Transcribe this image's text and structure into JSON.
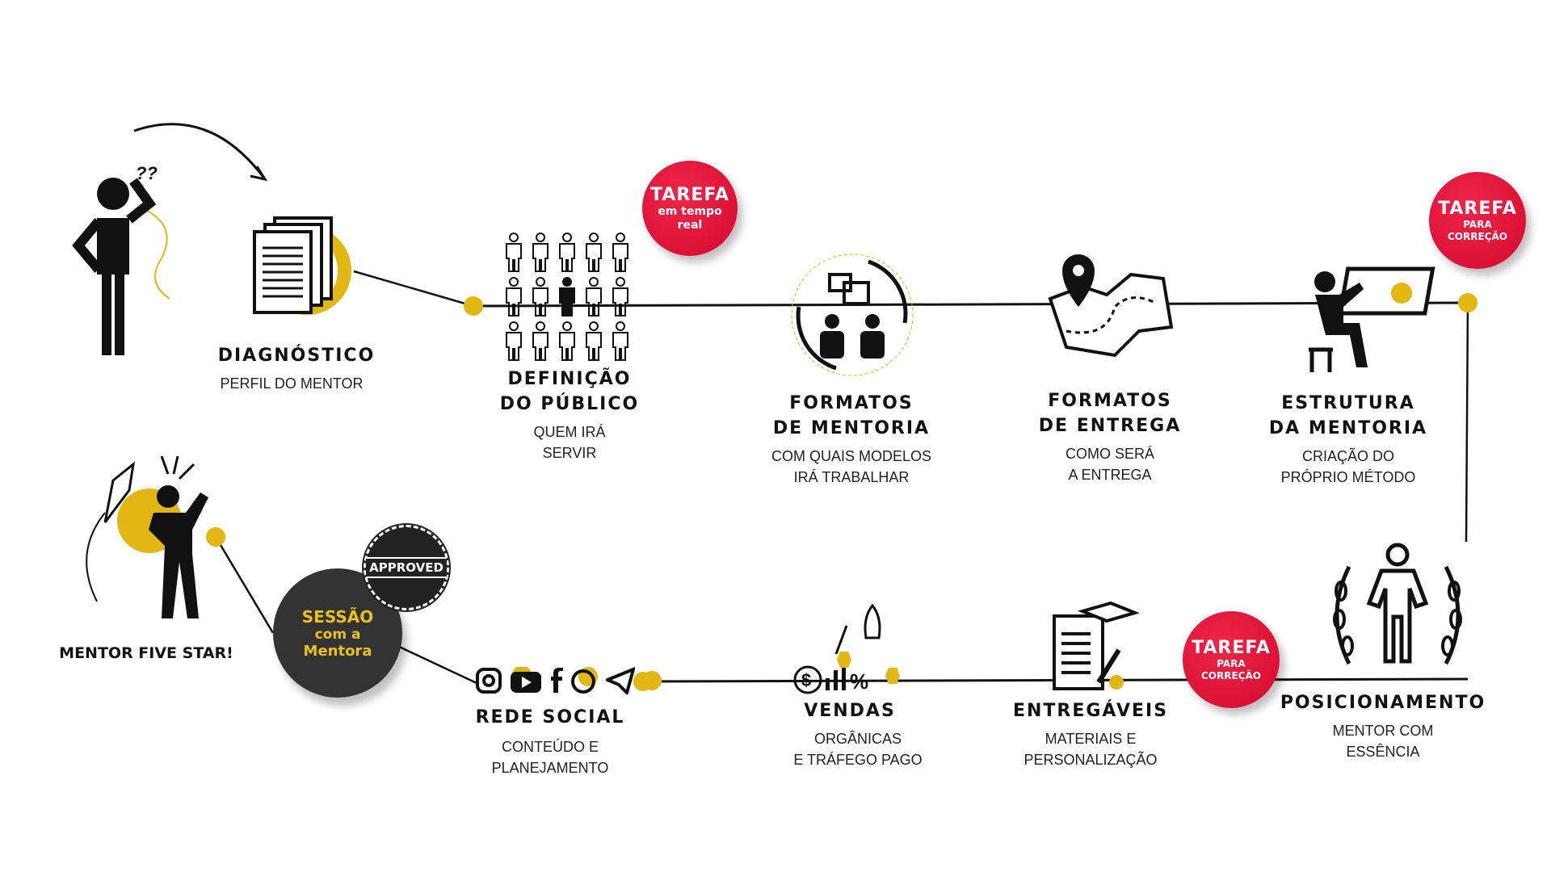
{
  "colors": {
    "accent": "#e2b714",
    "badge": "#d90b30",
    "line": "#111111",
    "session": "#333333"
  },
  "steps": [
    {
      "title": [
        "DIAGNÓSTICO"
      ],
      "subtitle": [
        "PERFIL DO MENTOR"
      ]
    },
    {
      "title": [
        "DEFINIÇÃO",
        "DO PÚBLICO"
      ],
      "subtitle": [
        "QUEM IRÁ",
        "SERVIR"
      ]
    },
    {
      "title": [
        "FORMATOS",
        "DE MENTORIA"
      ],
      "subtitle": [
        "COM QUAIS MODELOS",
        "IRÁ TRABALHAR"
      ]
    },
    {
      "title": [
        "FORMATOS",
        "DE ENTREGA"
      ],
      "subtitle": [
        "COMO SERÁ",
        "A ENTREGA"
      ]
    },
    {
      "title": [
        "ESTRUTURA",
        "DA MENTORIA"
      ],
      "subtitle": [
        "CRIAÇÃO DO",
        "PRÓPRIO MÉTODO"
      ]
    },
    {
      "title": [
        "POSICIONAMENTO"
      ],
      "subtitle": [
        "MENTOR COM",
        "ESSÊNCIA"
      ]
    },
    {
      "title": [
        "ENTREGÁVEIS"
      ],
      "subtitle": [
        "MATERIAIS E",
        "PERSONALIZAÇÃO"
      ]
    },
    {
      "title": [
        "VENDAS"
      ],
      "subtitle": [
        "ORGÂNICAS",
        "E TRÁFEGO PAGO"
      ]
    },
    {
      "title": [
        "REDE SOCIAL"
      ],
      "subtitle": [
        "CONTEÚDO E",
        "PLANEJAMENTO"
      ]
    }
  ],
  "badges": [
    {
      "title": "TAREFA",
      "lines": [
        "em tempo",
        "real"
      ]
    },
    {
      "title": "TAREFA",
      "lines": [
        "PARA",
        "CORREÇÃO"
      ]
    },
    {
      "title": "TAREFA",
      "lines": [
        "PARA",
        "CORREÇÃO"
      ]
    }
  ],
  "session": {
    "lines": [
      "SESSÃO",
      "com a",
      "Mentora"
    ]
  },
  "stamp": {
    "label": "APPROVED"
  },
  "final": {
    "label": "MENTOR  FIVE STAR!"
  },
  "confused": {
    "marks": "??"
  },
  "social_icons": [
    "instagram-icon",
    "youtube-icon",
    "facebook-icon",
    "whatsapp-icon",
    "telegram-icon"
  ]
}
